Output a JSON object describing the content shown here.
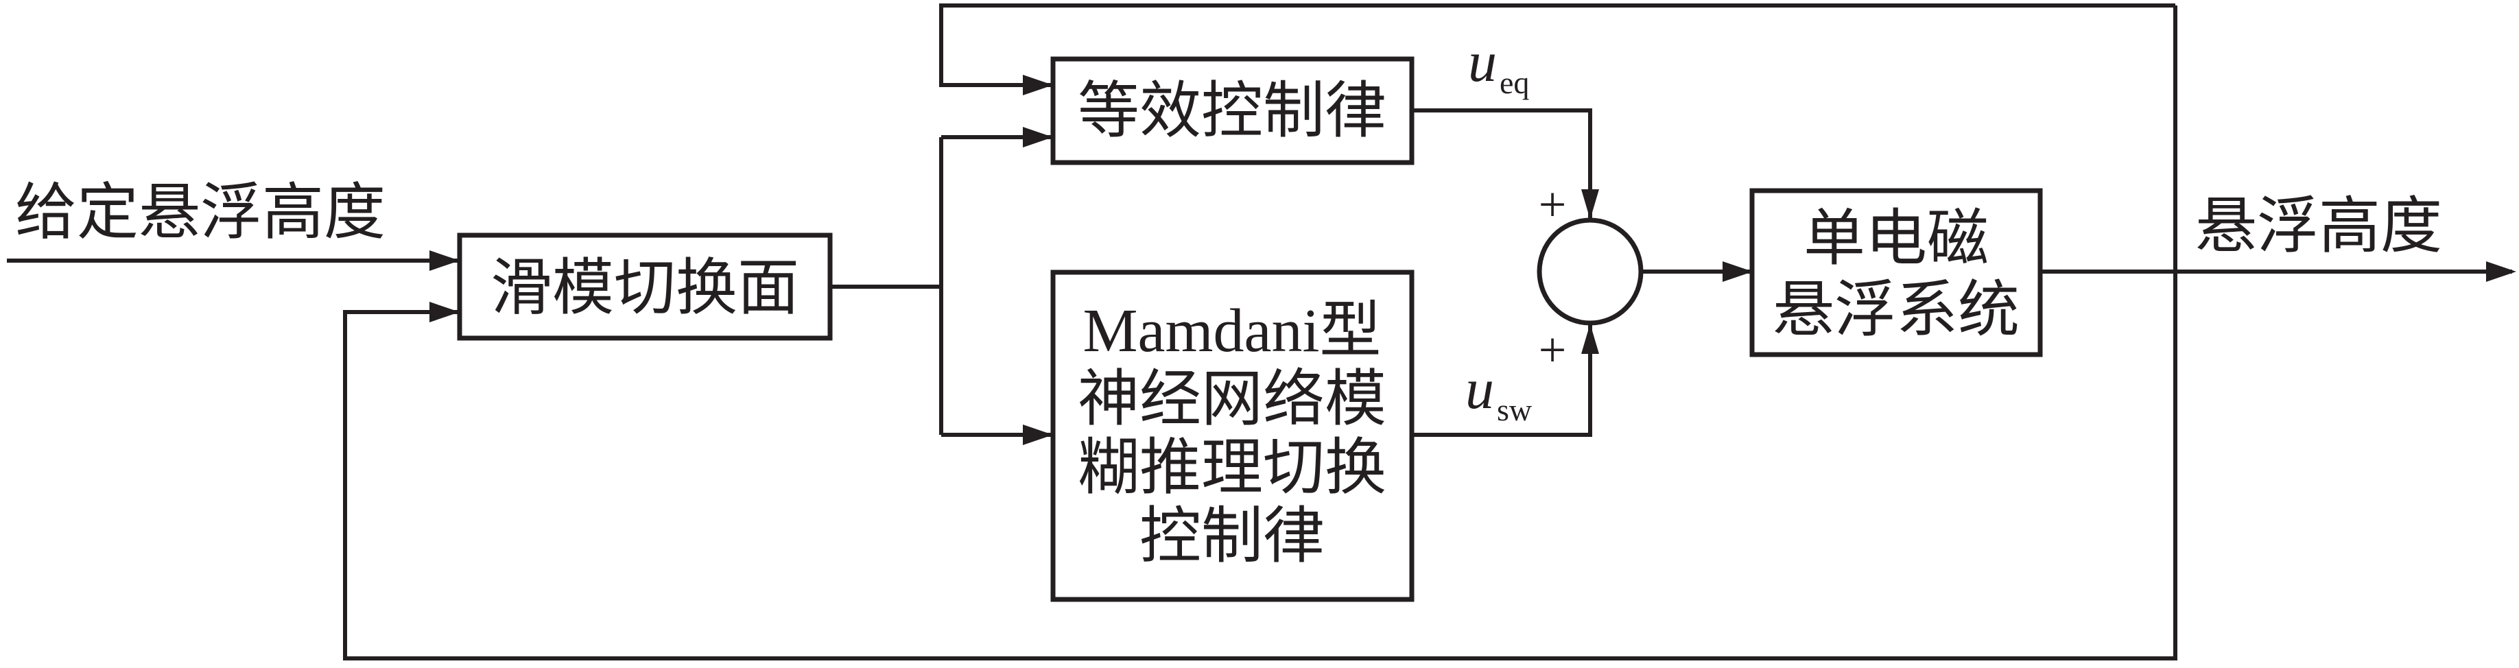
{
  "input_label": "给定悬浮高度",
  "output_label": "悬浮高度",
  "blocks": {
    "sliding_surface": "滑模切换面",
    "equivalent_control": "等效控制律",
    "switching_control": [
      "Mamdani型",
      "神经网络模",
      "糊推理切换",
      "控制律"
    ],
    "plant": [
      "单电磁",
      "悬浮系统"
    ]
  },
  "signals": {
    "u_eq": {
      "symbol": "u",
      "subscript": "eq"
    },
    "u_sw": {
      "symbol": "u",
      "subscript": "sw"
    }
  },
  "summing_junction": {
    "signs": [
      "+",
      "+"
    ]
  }
}
